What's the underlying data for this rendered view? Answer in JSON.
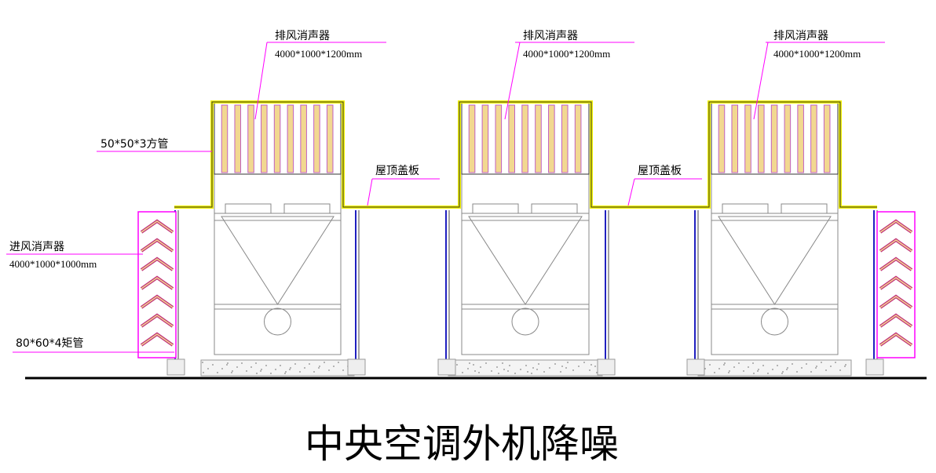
{
  "title": "中央空调外机降噪",
  "exhaust_units": [
    {
      "name": "排风消声器",
      "size": "4000*1000*1200mm"
    },
    {
      "name": "排风消声器",
      "size": "4000*1000*1200mm"
    },
    {
      "name": "排风消声器",
      "size": "4000*1000*1200mm"
    }
  ],
  "roof_panels": [
    "屋顶盖板",
    "屋顶盖板"
  ],
  "square_tube": "50*50*3方管",
  "intake": {
    "name": "进风消声器",
    "size": "4000*1000*1000mm"
  },
  "rect_tube": "80*60*4矩管",
  "colors": {
    "frame": "#f2f200",
    "leader": "#ff00ff",
    "column": "#2020c0",
    "line": "#888888",
    "baffle_fill": "#f2d890",
    "ground": "#000000"
  }
}
